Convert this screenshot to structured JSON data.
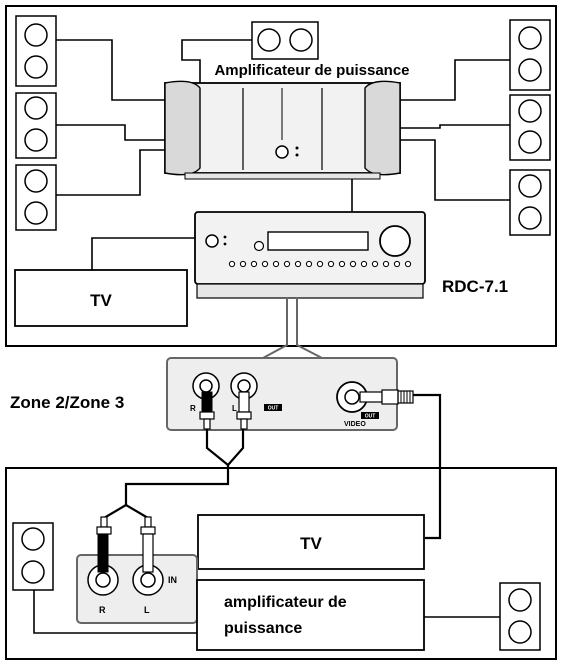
{
  "labels": {
    "power_amp_top": "Amplificateur de puissance",
    "receiver": "RDC-7.1",
    "tv_main": "TV",
    "zone": "Zone 2/Zone 3",
    "tv_zone": "TV",
    "power_amp_zone_line1": "amplificateur de",
    "power_amp_zone_line2": "puissance"
  },
  "jacks": {
    "right": "R",
    "left": "L",
    "out": "OUT",
    "video": "VIDEO",
    "input": "IN"
  },
  "colors": {
    "line": "#000000",
    "panel": "#666666",
    "panel_fill": "#ffffff",
    "zone_panel_fill": "#eeeeee",
    "device_fill": "#f2f2f2"
  }
}
